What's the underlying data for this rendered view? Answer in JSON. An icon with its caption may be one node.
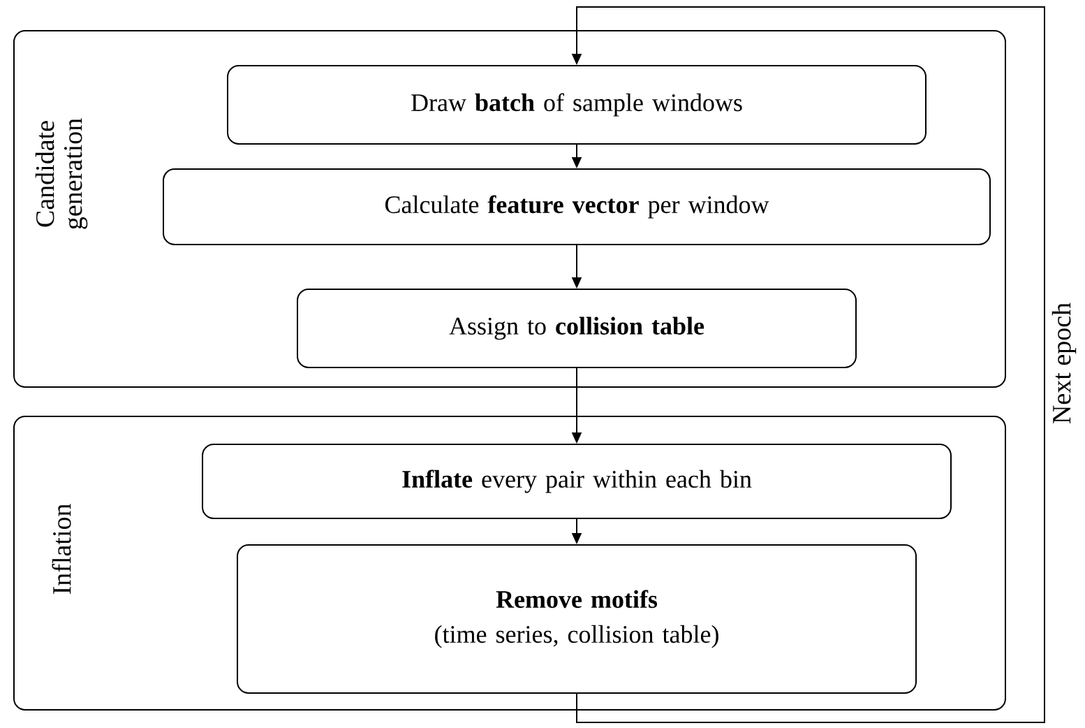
{
  "diagram": {
    "nodes": [
      {
        "text": [
          "Candidate generation"
        ]
      },
      {
        "text": [
          "Draw **batch** of sample windows"
        ],
        "in": 0
      },
      {
        "text": [
          "Calculate **feature vector** per window"
        ],
        "in": 0
      },
      {
        "text": [
          "Assign to **collision table**"
        ],
        "in": 0
      },
      {
        "text": [
          "Inflation"
        ]
      },
      {
        "text": [
          "**Inflate** every pair within each bin"
        ],
        "in": 4
      },
      {
        "text": [
          "Remove motifs",
          "(time series, collision table)"
        ],
        "in": 4
      }
    ],
    "edges": [
      {
        "from": 1,
        "to": 2,
        "arrow": "to"
      },
      {
        "from": 2,
        "to": 3,
        "arrow": "to"
      },
      {
        "from": 3,
        "to": 5,
        "arrow": "to"
      },
      {
        "from": 5,
        "to": 6,
        "arrow": "to"
      },
      {
        "from": 6,
        "to": 1,
        "arrow": "to",
        "label": "Next epoch"
      }
    ]
  }
}
